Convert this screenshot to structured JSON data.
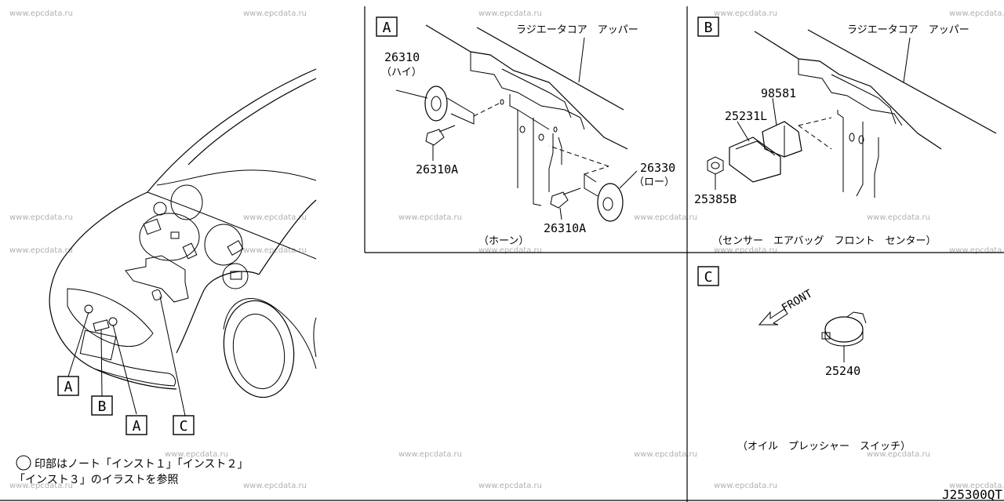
{
  "watermark": "www.epcdata.ru",
  "sections": {
    "A": {
      "label": "A",
      "part_top_name": "ラジエータコア　アッパー",
      "parts": [
        {
          "number": "26310",
          "desc": "（ハイ）"
        },
        {
          "number": "26310A"
        },
        {
          "number": "26330",
          "desc": "（ロー）"
        },
        {
          "number": "26310A"
        }
      ],
      "caption": "（ホーン）"
    },
    "B": {
      "label": "B",
      "part_top_name": "ラジエータコア　アッパー",
      "parts": [
        {
          "number": "98581"
        },
        {
          "number": "25231L"
        },
        {
          "number": "25385B"
        }
      ],
      "caption": "（センサー　エアバッグ　フロント　センター）"
    },
    "C": {
      "label": "C",
      "front_label": "FRONT",
      "parts": [
        {
          "number": "25240"
        }
      ],
      "caption": "（オイル　プレッシャー　スイッチ）"
    }
  },
  "overview": {
    "callouts": [
      "A",
      "B",
      "A",
      "C"
    ]
  },
  "note": {
    "line1": "印部はノート「インスト１」「インスト２」",
    "line2": "「インスト３」のイラストを参照"
  },
  "diagram_code": "J25300QT"
}
